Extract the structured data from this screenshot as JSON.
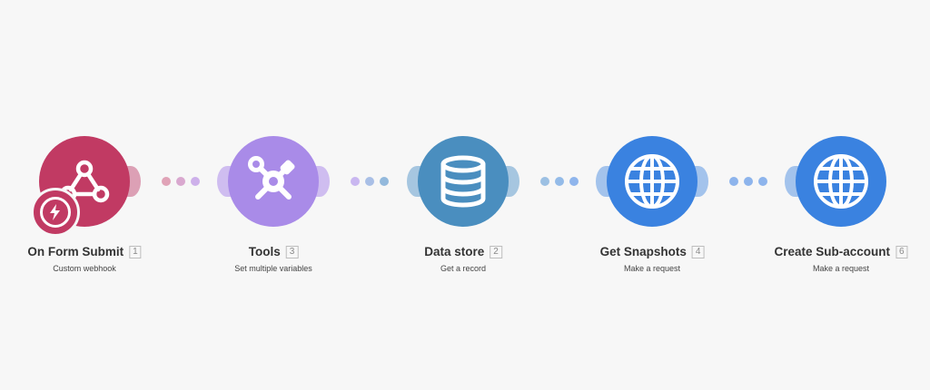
{
  "colors": {
    "webhook": "#c13a63",
    "tools": "#a98be8",
    "datastore": "#4a8ebf",
    "http": "#3a82e0"
  },
  "modules": [
    {
      "title": "On Form Submit",
      "number": "1",
      "subtitle": "Custom webhook",
      "icon": "webhook-icon"
    },
    {
      "title": "Tools",
      "number": "3",
      "subtitle": "Set multiple variables",
      "icon": "wrench-screwdriver-icon"
    },
    {
      "title": "Data store",
      "number": "2",
      "subtitle": "Get a record",
      "icon": "database-icon"
    },
    {
      "title": "Get Snapshots",
      "number": "4",
      "subtitle": "Make a request",
      "icon": "globe-icon"
    },
    {
      "title": "Create Sub-account",
      "number": "6",
      "subtitle": "Make a request",
      "icon": "globe-icon"
    }
  ]
}
